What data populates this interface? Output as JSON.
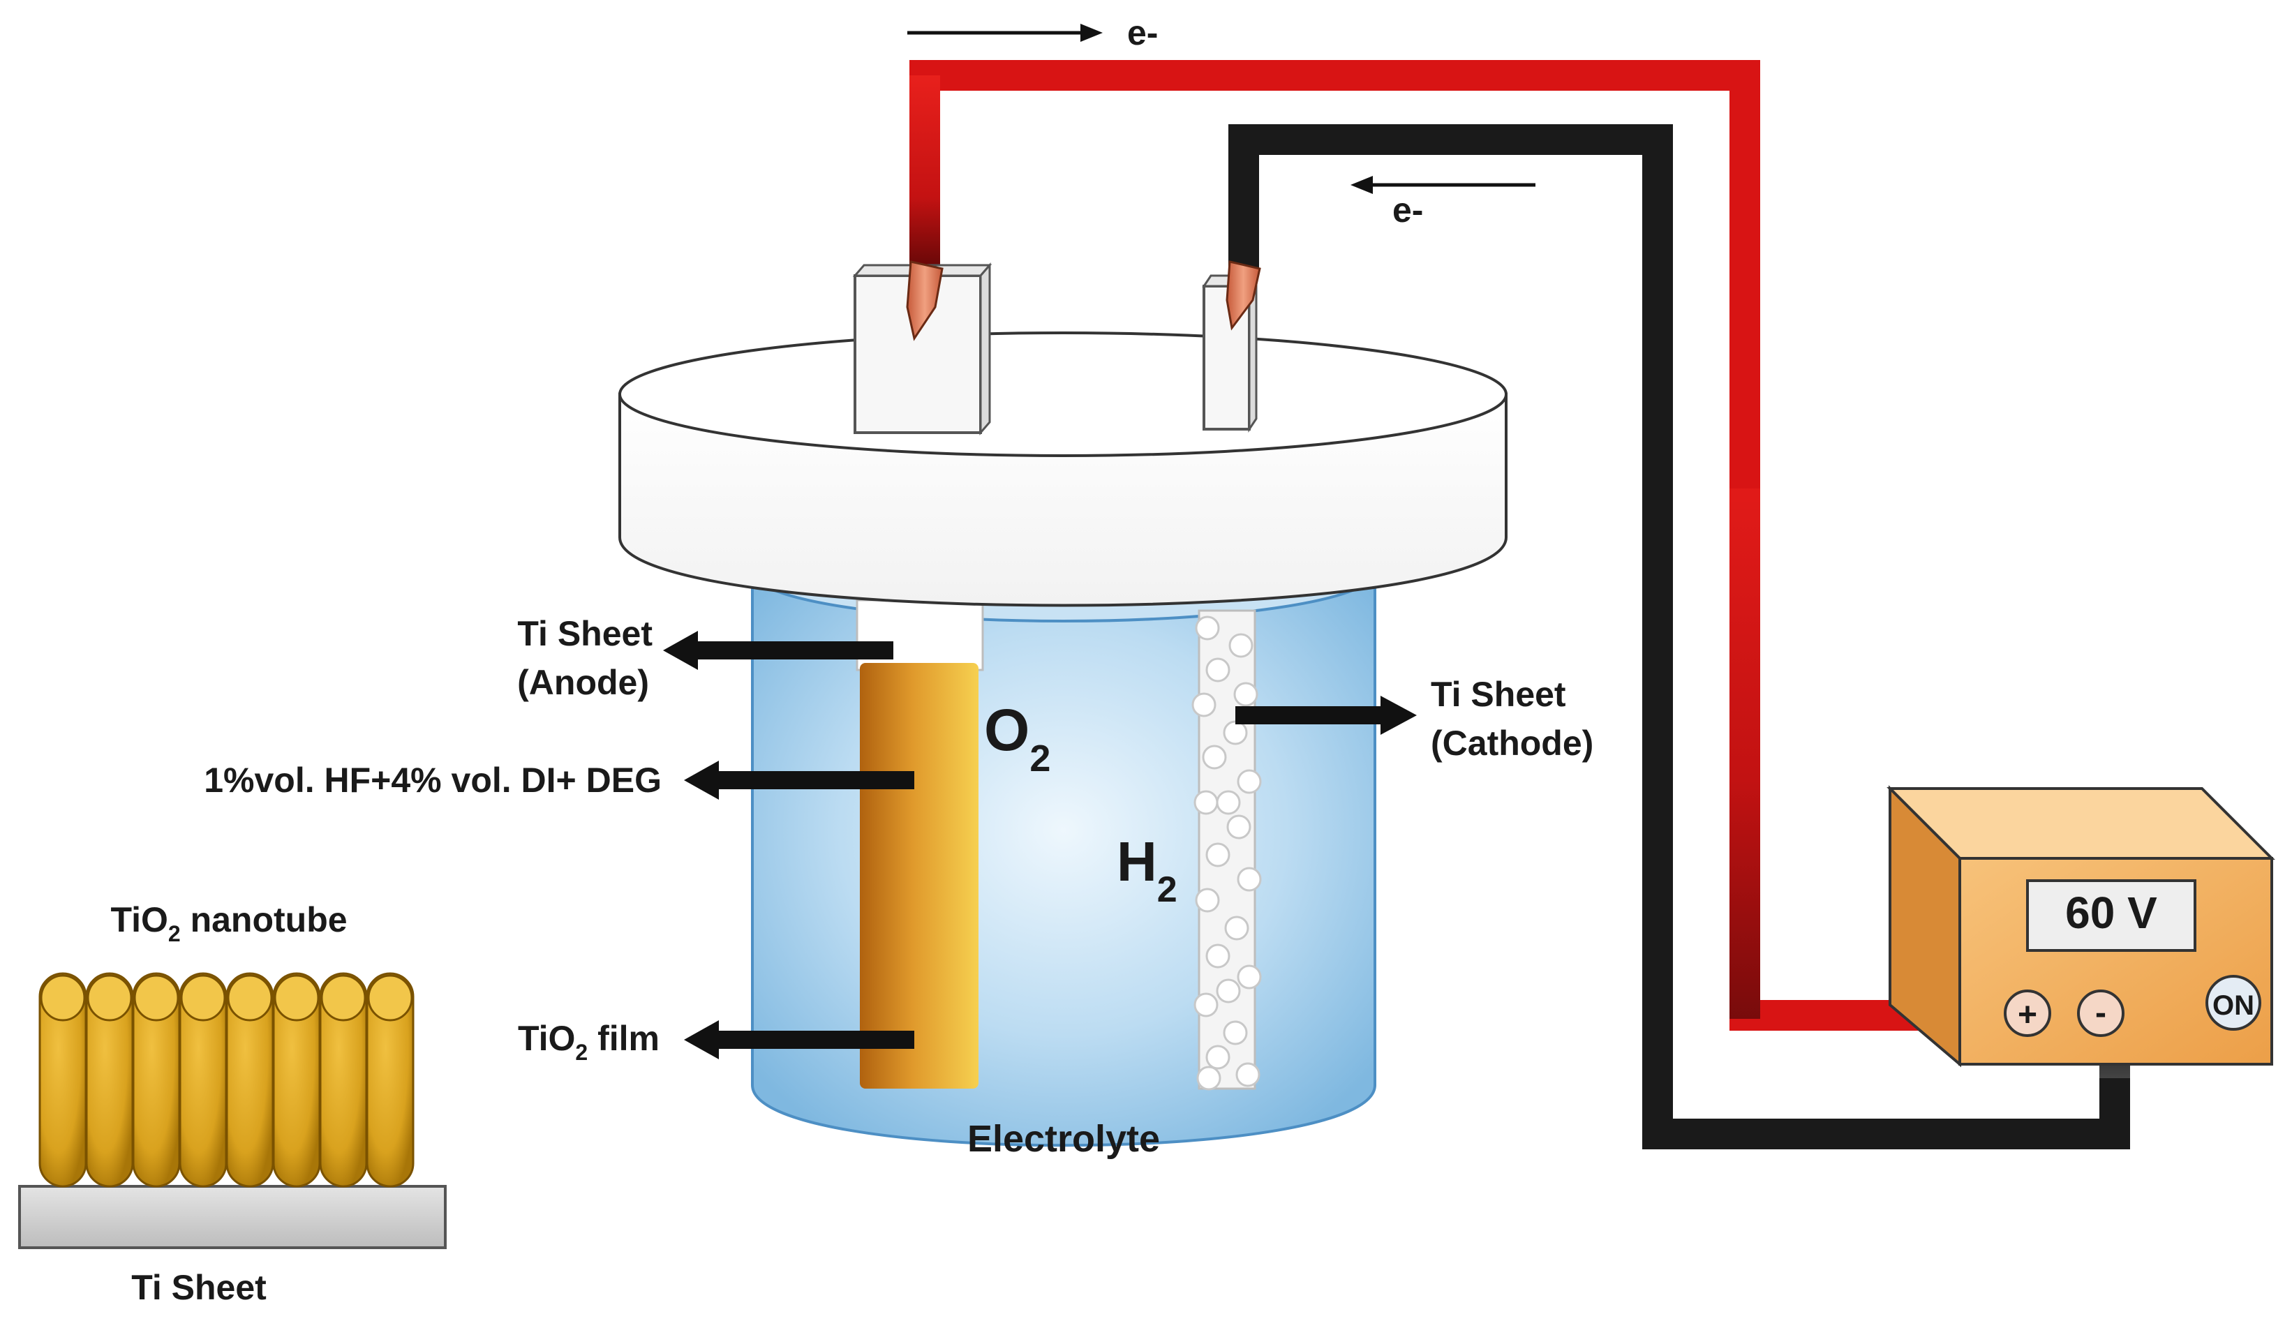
{
  "labels": {
    "electron_top": "e-",
    "electron_mid": "e-",
    "anode_line1": "Ti Sheet",
    "anode_line2": "(Anode)",
    "cathode_line1": "Ti Sheet",
    "cathode_line2": "(Cathode)",
    "electrolyte_mix": "1%vol. HF+4% vol. DI+ DEG",
    "oxide_film": {
      "base": "TiO",
      "sub": "2",
      "rest": " film"
    },
    "o2": {
      "base": "O",
      "sub": "2"
    },
    "h2": {
      "base": "H",
      "sub": "2"
    },
    "electrolyte": "Electrolyte",
    "nanotube": {
      "base": "TiO",
      "sub": "2",
      "rest": " nanotube"
    },
    "ti_sheet_bottom": "Ti Sheet"
  },
  "power_supply": {
    "display": "60 V",
    "plus": "+",
    "minus": "-",
    "switch": "ON"
  },
  "colors": {
    "red_wire": "#e01010",
    "black_wire": "#1a1a1a",
    "electrolyte": "#9fcdec",
    "anode": "#e0a030",
    "power_box": "#f2b060"
  }
}
